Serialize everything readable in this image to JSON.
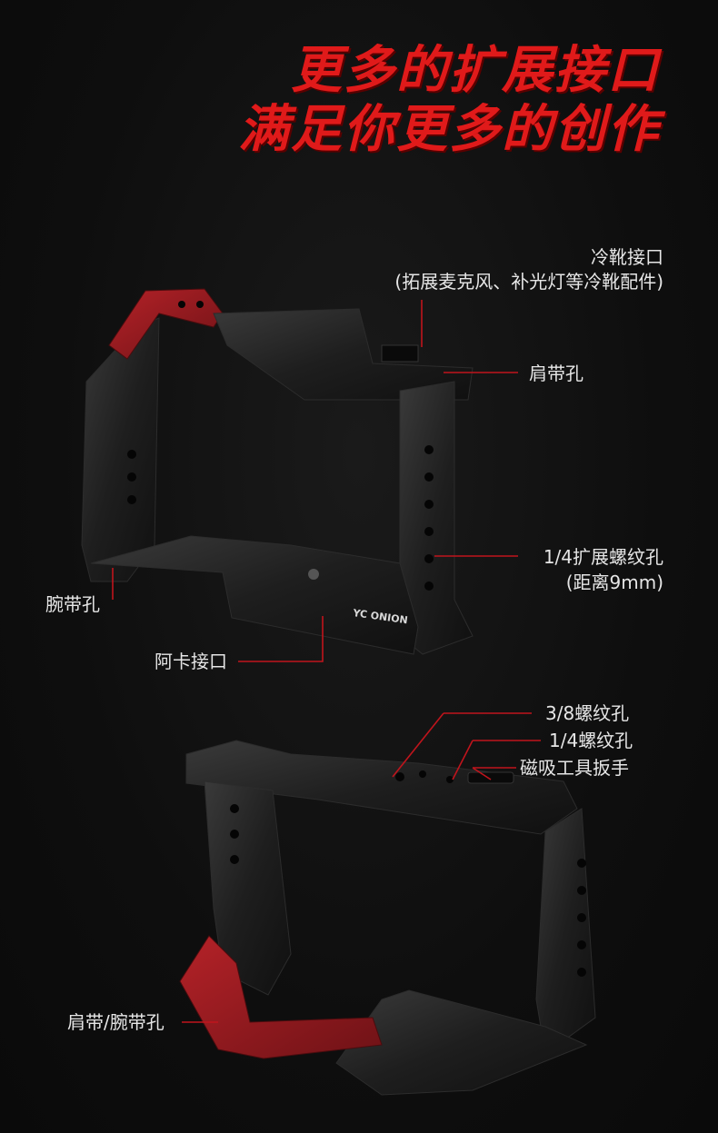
{
  "headline": {
    "line1": "更多的扩展接口",
    "line2": "满足你更多的创作"
  },
  "callouts": {
    "cold_shoe": "冷靴接口",
    "cold_shoe_note": "(拓展麦克风、补光灯等冷靴配件)",
    "shoulder_hole": "肩带孔",
    "thread_14": "1/4扩展螺纹孔",
    "thread_14_note": "(距离9mm)",
    "wrist_hole": "腕带孔",
    "arca": "阿卡接口",
    "thread_38_top": "3/8螺纹孔",
    "thread_14_top": "1/4螺纹孔",
    "magnetic_wrench": "磁吸工具扳手",
    "shoulder_wrist": "肩带/腕带孔"
  },
  "product": {
    "brand": "YC ONION"
  },
  "colors": {
    "headline": "#e01a1a",
    "leader_line": "#c0141c",
    "cage_metal": "#1c1c1c",
    "cage_accent": "#8e1a1e"
  }
}
